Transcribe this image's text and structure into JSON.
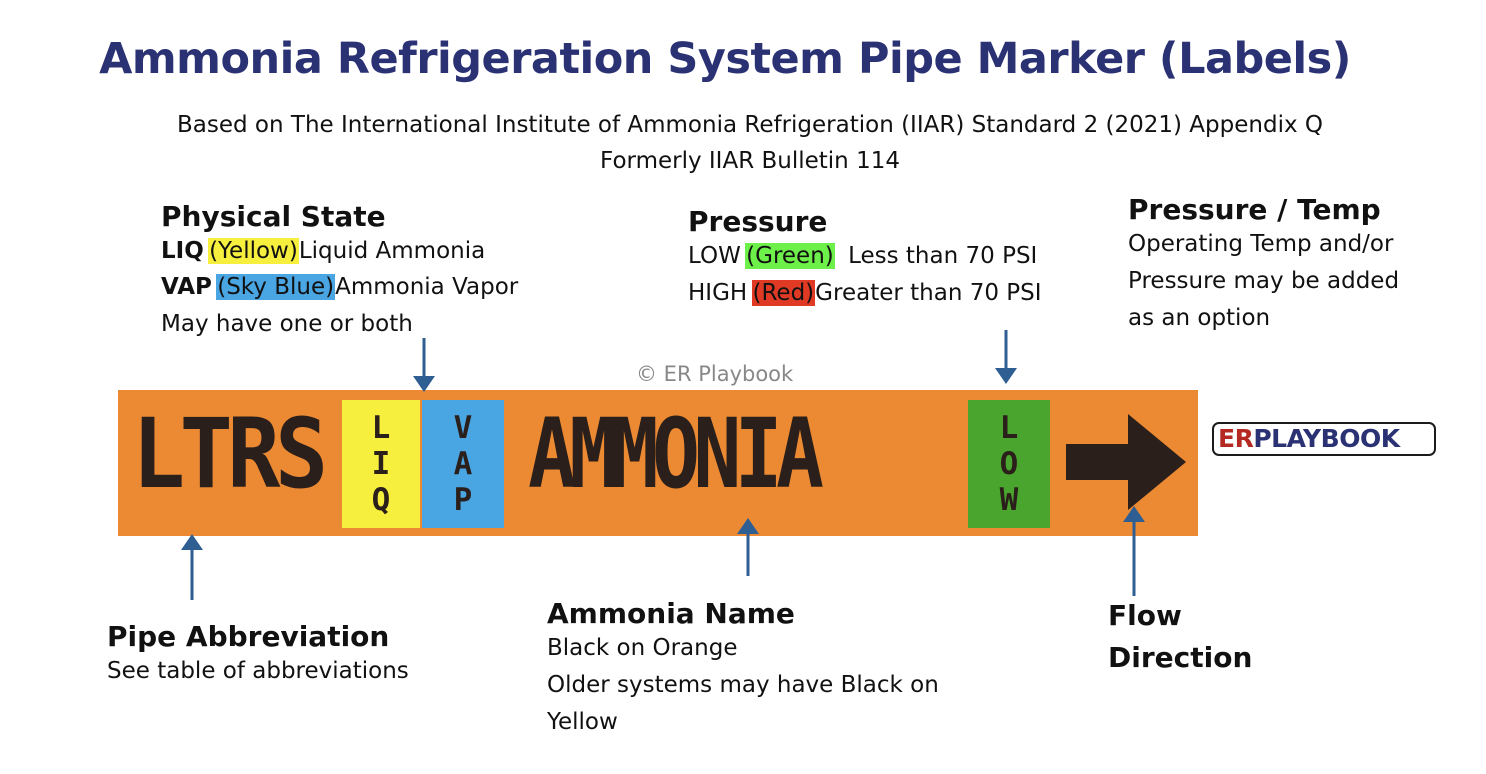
{
  "title": "Ammonia Refrigeration System Pipe Marker (Labels)",
  "subtitle_line1": "Based on The International Institute of Ammonia Refrigeration (IIAR) Standard 2 (2021) Appendix Q",
  "subtitle_line2": "Formerly IIAR Bulletin 114",
  "physical_state": {
    "heading": "Physical State",
    "liq_code": "LIQ",
    "liq_color": "(Yellow)",
    "liq_desc": "Liquid Ammonia",
    "vap_code": "VAP",
    "vap_color": "(Sky Blue)",
    "vap_desc": "Ammonia Vapor",
    "note": "May have one or both"
  },
  "pressure": {
    "heading": "Pressure",
    "low_code": "LOW",
    "low_color": "(Green)",
    "low_desc": "Less than 70 PSI",
    "high_code": "HIGH",
    "high_color": "(Red)",
    "high_desc": "Greater than 70 PSI"
  },
  "pressure_temp": {
    "heading": "Pressure / Temp",
    "line1": "Operating Temp and/or",
    "line2": "Pressure may be added",
    "line3": "as an option"
  },
  "copyright": "© ER Playbook",
  "pipe_marker": {
    "abbreviation": "LTRS",
    "liq_letters": [
      "L",
      "I",
      "Q"
    ],
    "vap_letters": [
      "V",
      "A",
      "P"
    ],
    "name": "AMMONIA",
    "low_letters": [
      "L",
      "O",
      "W"
    ]
  },
  "logo": {
    "er": "ER",
    "playbook": "PLAYBOOK"
  },
  "pipe_abbreviation": {
    "heading": "Pipe Abbreviation",
    "desc": "See table of abbreviations"
  },
  "ammonia_name": {
    "heading": "Ammonia Name",
    "line1": "Black on Orange",
    "line2": "Older systems may have Black on",
    "line3": "Yellow"
  },
  "flow_direction": {
    "line1": "Flow",
    "line2": "Direction"
  },
  "colors": {
    "title": "#2b3274",
    "pipe_orange": "#ec8a34",
    "yellow": "#f7ef3d",
    "sky_blue": "#4aa5e3",
    "green": "#4aa52f",
    "highlight_green": "#6ef04a",
    "red": "#e03a25",
    "arrow_blue": "#2f5f92",
    "marker_text": "#2a1f1a"
  }
}
